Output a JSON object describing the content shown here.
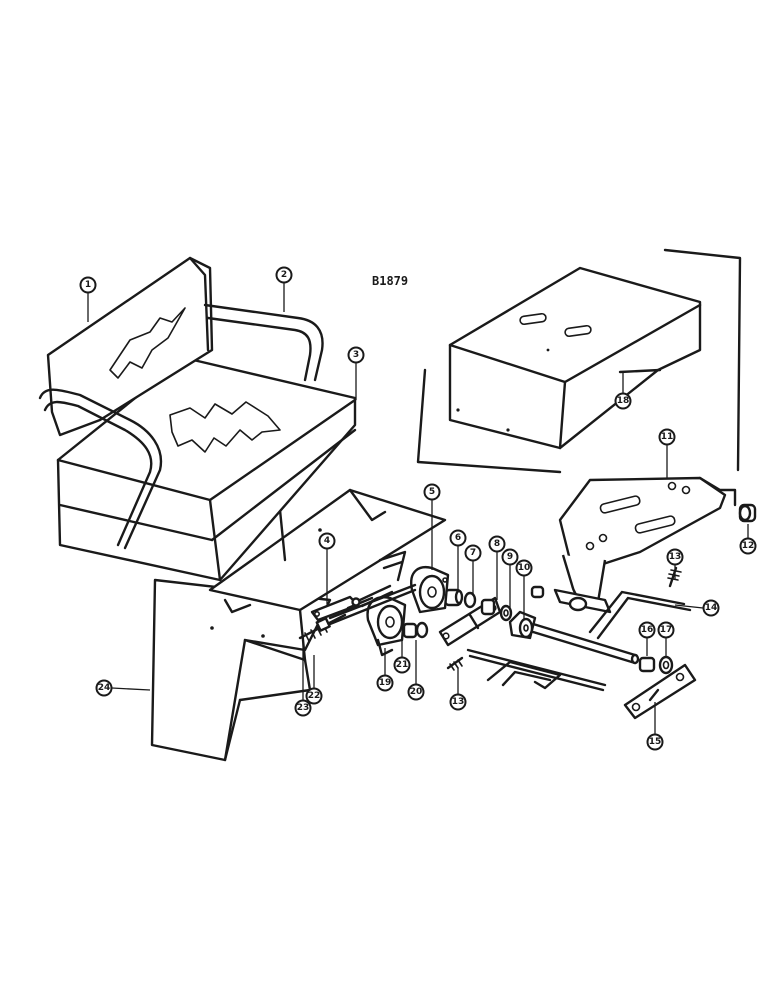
{
  "diagram": {
    "id_label": "B1879",
    "callouts": [
      {
        "key": "c1",
        "label": "1"
      },
      {
        "key": "c2",
        "label": "2"
      },
      {
        "key": "c3",
        "label": "3"
      },
      {
        "key": "c4",
        "label": "4"
      },
      {
        "key": "c5",
        "label": "5"
      },
      {
        "key": "c6",
        "label": "6"
      },
      {
        "key": "c7",
        "label": "7"
      },
      {
        "key": "c8",
        "label": "8"
      },
      {
        "key": "c9",
        "label": "9"
      },
      {
        "key": "c10",
        "label": "10"
      },
      {
        "key": "c11",
        "label": "11"
      },
      {
        "key": "c12",
        "label": "12"
      },
      {
        "key": "c13a",
        "label": "13"
      },
      {
        "key": "c13b",
        "label": "13"
      },
      {
        "key": "c14",
        "label": "14"
      },
      {
        "key": "c15",
        "label": "15"
      },
      {
        "key": "c16",
        "label": "16"
      },
      {
        "key": "c17",
        "label": "17"
      },
      {
        "key": "c18",
        "label": "18"
      },
      {
        "key": "c19",
        "label": "19"
      },
      {
        "key": "c20",
        "label": "20"
      },
      {
        "key": "c21",
        "label": "21"
      },
      {
        "key": "c22",
        "label": "22"
      },
      {
        "key": "c23",
        "label": "23"
      },
      {
        "key": "c24",
        "label": "24"
      }
    ]
  }
}
